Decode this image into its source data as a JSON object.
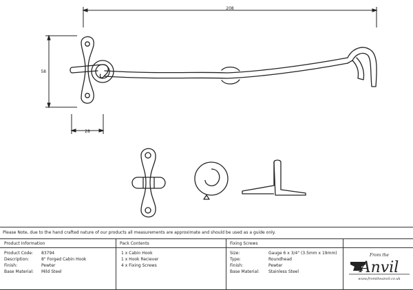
{
  "dimensions": {
    "width_label": "208",
    "height_label": "58",
    "base_label": "28"
  },
  "note": "Please Note, due to the hand crafted nature of our products all measurements are approximate and should be used as a guide only.",
  "product_info": {
    "title": "Product Information",
    "rows": [
      {
        "label": "Product Code:",
        "value": "83794"
      },
      {
        "label": "Description:",
        "value": "8\" Forged Cabin Hook"
      },
      {
        "label": "Finish:",
        "value": "Pewter"
      },
      {
        "label": "Base Material:",
        "value": "Mild Steel"
      }
    ]
  },
  "pack_contents": {
    "title": "Pack Contents",
    "items": [
      "1 x Cabin Hook",
      "1 x Hook Reciever",
      "4 x Fixing Screws"
    ]
  },
  "fixing_screws": {
    "title": "Fixing Screws",
    "rows": [
      {
        "label": "Size:",
        "value": "Gauge 6 x 3/4\" (3.5mm x 19mm)"
      },
      {
        "label": "Type:",
        "value": "Roundhead"
      },
      {
        "label": "Finish:",
        "value": "Pewter"
      },
      {
        "label": "Base Material:",
        "value": "Stainless Steel"
      }
    ]
  },
  "logo": {
    "small_text": "From the",
    "brand": "Anvil",
    "url": "www.fromtheanvil.co.uk"
  }
}
